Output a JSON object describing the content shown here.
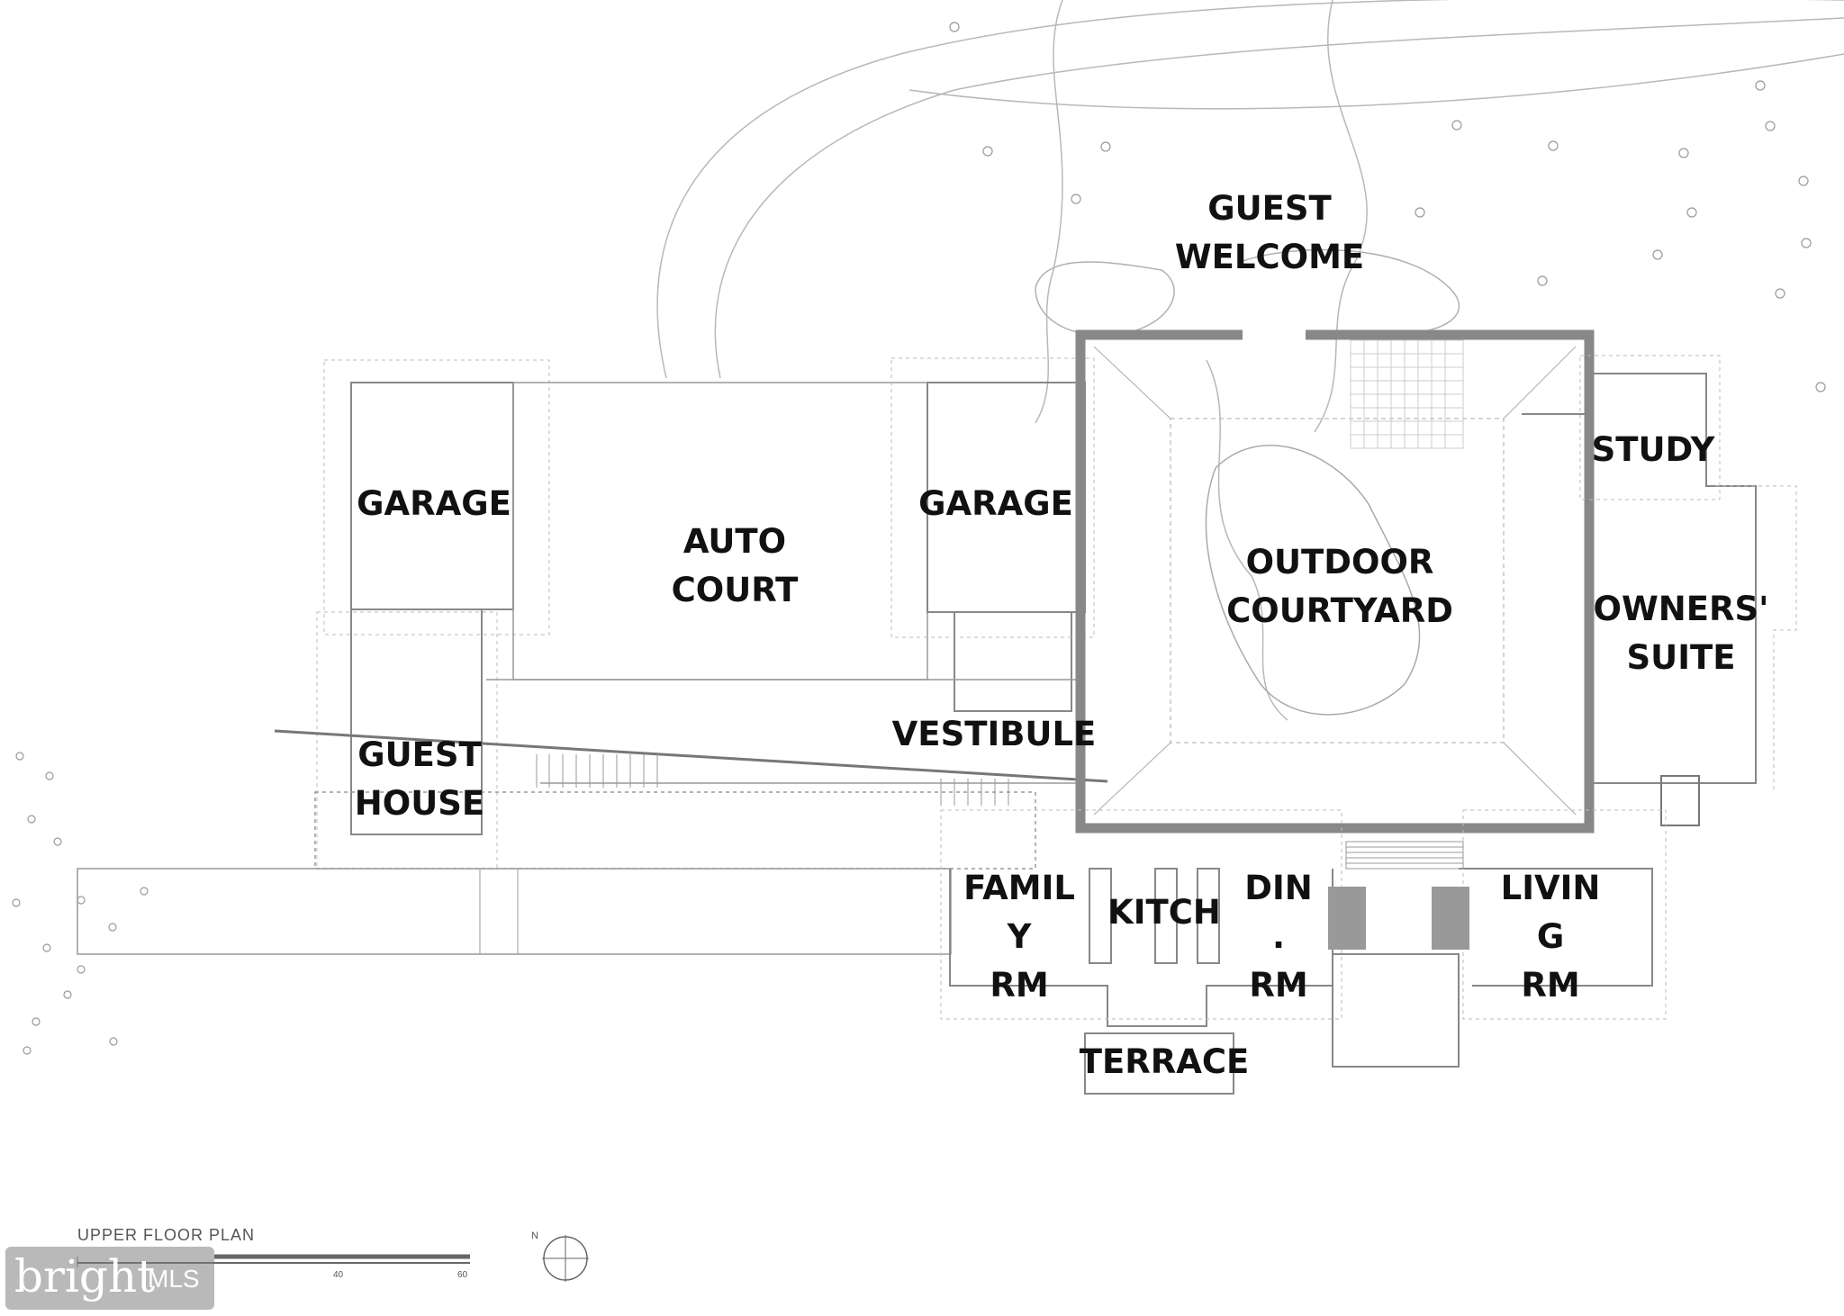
{
  "plan_title": "UPPER FLOOR PLAN",
  "rooms": {
    "guest_welcome": "GUEST\nWELCOME",
    "garage_left": "GARAGE",
    "auto_court": "AUTO\nCOURT",
    "garage_right": "GARAGE",
    "outdoor_courtyard": "OUTDOOR\nCOURTYARD",
    "study": "STUDY",
    "owners_suite": "OWNERS'\nSUITE",
    "guest_house": "GUEST\nHOUSE",
    "vestibule": "VESTIBULE",
    "family_rm": "FAMIL\nY\nRM",
    "kitch": "KITCH",
    "din_rm": "DIN\n.\nRM",
    "living_rm": "LIVIN\nG\nRM",
    "terrace": "TERRACE"
  },
  "scale": {
    "mark_40": "40",
    "mark_60": "60"
  },
  "north_label": "N",
  "watermark": {
    "brand": "bright",
    "suffix": "MLS"
  },
  "colors": {
    "wall_heavy": "#888888",
    "line_light": "#aaaaaa",
    "label": "#111111"
  }
}
